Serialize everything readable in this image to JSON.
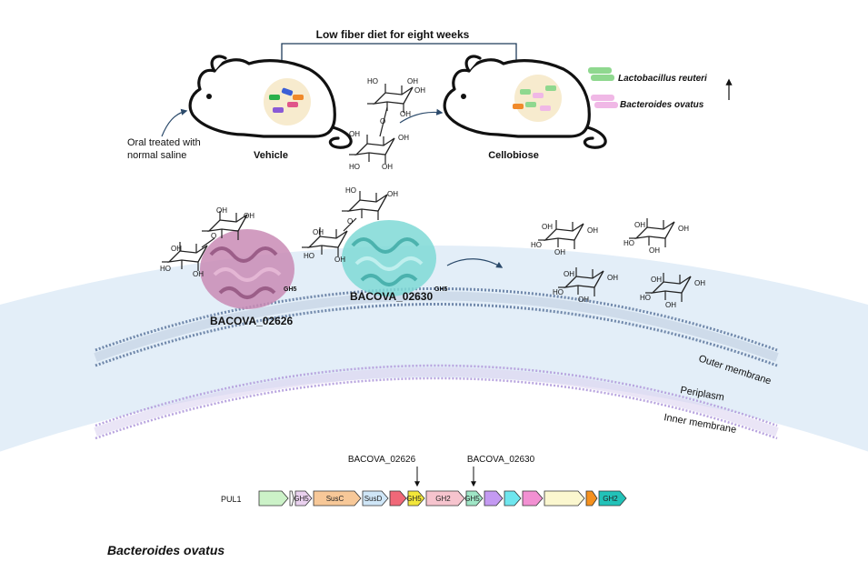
{
  "top": {
    "diet_label": "Low fiber diet for eight weeks",
    "oral_label_line1": "Oral treated with",
    "oral_label_line2": "normal saline",
    "vehicle_label": "Vehicle",
    "cellobiose_label": "Cellobiose"
  },
  "legend": {
    "items": [
      {
        "label": "Lactobacillus reuteri",
        "color": "#8fd88f"
      },
      {
        "label": "Bacteroides ovatus",
        "color": "#f0b8e6"
      }
    ],
    "arrow": "up-arrow-icon"
  },
  "proteins": {
    "left_name": "BACOVA_02626",
    "left_sup": "GH5",
    "left_color": "#c98bb5",
    "right_name": "BACOVA_02630",
    "right_sup": "GH5",
    "right_color": "#7fd9d6"
  },
  "membrane": {
    "outer": "Outer membrane",
    "periplasm": "Periplasm",
    "inner": "Inner membrane"
  },
  "chem": {
    "oh": "OH",
    "ho": "HO",
    "o": "O"
  },
  "pul": {
    "name": "PUL1",
    "callout_left": "BACOVA_02626",
    "callout_right": "BACOVA_02630",
    "genes": [
      {
        "label": "",
        "color": "#ccf2c8"
      },
      {
        "label": "",
        "color": "#ffffff"
      },
      {
        "label": "GH5",
        "color": "#ead1ef"
      },
      {
        "label": "SusC",
        "color": "#f7c898"
      },
      {
        "label": "SusD",
        "color": "#cfe6f7"
      },
      {
        "label": "",
        "color": "#f06878"
      },
      {
        "label": "GH5",
        "color": "#f2e63a"
      },
      {
        "label": "GH2",
        "color": "#f6c4ce"
      },
      {
        "label": "GH5",
        "color": "#9fe6c6"
      },
      {
        "label": "",
        "color": "#c49af2"
      },
      {
        "label": "",
        "color": "#6fe6ee"
      },
      {
        "label": "",
        "color": "#f290d2"
      },
      {
        "label": "",
        "color": "#fbf7cf"
      },
      {
        "label": "",
        "color": "#f5911f"
      },
      {
        "label": "GH2",
        "color": "#22c2b8"
      }
    ]
  },
  "species_label": "Bacteroides ovatus"
}
